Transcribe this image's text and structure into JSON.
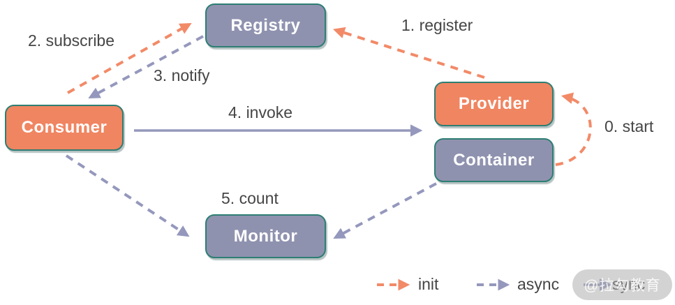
{
  "nodes": {
    "registry": {
      "label": "Registry",
      "fill": "#8F92AF"
    },
    "provider": {
      "label": "Provider",
      "fill": "#F08561"
    },
    "container": {
      "label": "Container",
      "fill": "#8F92AF"
    },
    "consumer": {
      "label": "Consumer",
      "fill": "#F08561"
    },
    "monitor": {
      "label": "Monitor",
      "fill": "#8F92AF"
    }
  },
  "edges": {
    "start": {
      "label": "0. start",
      "from": "container",
      "to": "provider",
      "line": "dashed",
      "color": "#F28A68"
    },
    "register": {
      "label": "1. register",
      "from": "provider",
      "to": "registry",
      "line": "dashed",
      "color": "#F28A68"
    },
    "subscribe": {
      "label": "2. subscribe",
      "from": "consumer",
      "to": "registry",
      "line": "dashed",
      "color": "#F28A68"
    },
    "notify": {
      "label": "3. notify",
      "from": "registry",
      "to": "consumer",
      "line": "dashed",
      "color": "#9598BC"
    },
    "invoke": {
      "label": "4. invoke",
      "from": "consumer",
      "to": "provider",
      "line": "solid",
      "color": "#9598BC"
    },
    "count": {
      "label": "5. count",
      "from": "consumer",
      "to": "monitor",
      "line": "dashed",
      "color": "#9598BC"
    },
    "report": {
      "label": "",
      "from": "container",
      "to": "monitor",
      "line": "dashed",
      "color": "#9598BC"
    }
  },
  "legend": {
    "init": {
      "label": "init",
      "line": "dashed",
      "color": "#F28A68"
    },
    "async": {
      "label": "async",
      "line": "dashed",
      "color": "#9598BC"
    },
    "sync": {
      "label": "sync",
      "line": "solid",
      "color": "#9598BC"
    }
  },
  "watermark": "@拉勾教育",
  "colors": {
    "background": "#FFFFFF",
    "node_border": "#2D7E73",
    "node_text": "#FFFFFF",
    "label_text": "#454545",
    "orange": "#F28A68",
    "purple": "#9598BC"
  }
}
